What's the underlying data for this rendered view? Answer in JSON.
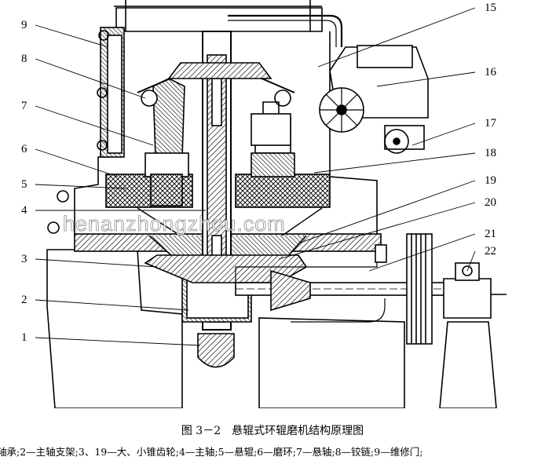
{
  "figure": {
    "caption": "图 3－2　悬辊式环辊磨机结构原理图",
    "legend": "轴承;2—主轴支架;3、19—大、小锥齿轮;4—主轴;5—悬辊;6—磨环;7—悬轴;8—铰链;9—维修门;",
    "watermark": "henanzhongzhou.com"
  },
  "labels": {
    "l1": "1",
    "l2": "2",
    "l3": "3",
    "l4": "4",
    "l5": "5",
    "l6": "6",
    "l7": "7",
    "l8": "8",
    "l9": "9",
    "l15": "15",
    "l16": "16",
    "l17": "17",
    "l18": "18",
    "l19": "19",
    "l20": "20",
    "l21": "21",
    "l22": "22"
  }
}
